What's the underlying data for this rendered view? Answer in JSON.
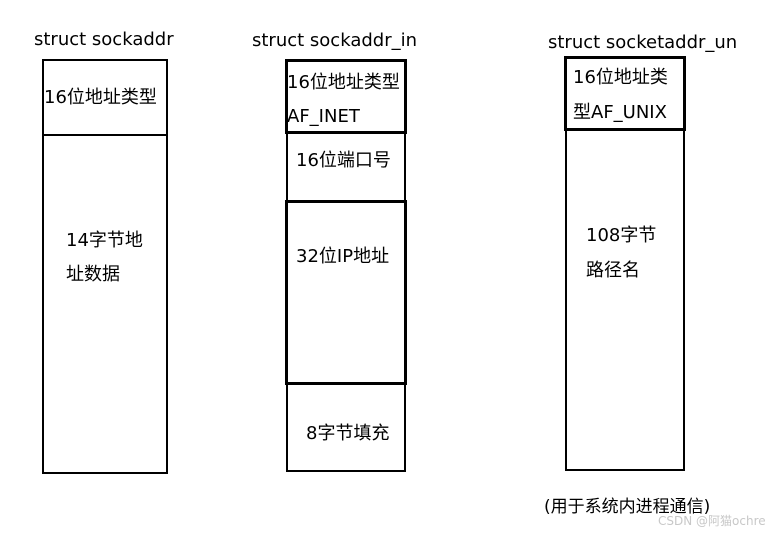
{
  "sockaddr": {
    "title": "struct sockaddr",
    "field_type": "16位地址类型",
    "field_data_line1": "14字节地",
    "field_data_line2": "址数据"
  },
  "sockaddr_in": {
    "title": "struct sockaddr_in",
    "field_type_line1": "16位地址类型",
    "field_type_line2": "AF_INET",
    "field_port": "16位端口号",
    "field_ip": "32位IP地址",
    "field_padding": "8字节填充"
  },
  "sockaddr_un": {
    "title": "struct socketaddr_un",
    "field_type_line1": "16位地址类",
    "field_type_line2": "型AF_UNIX",
    "field_path_line1": "108字节",
    "field_path_line2": "路径名",
    "caption": "(用于系统内进程通信)"
  },
  "watermark": "CSDN @阿猫ochre"
}
